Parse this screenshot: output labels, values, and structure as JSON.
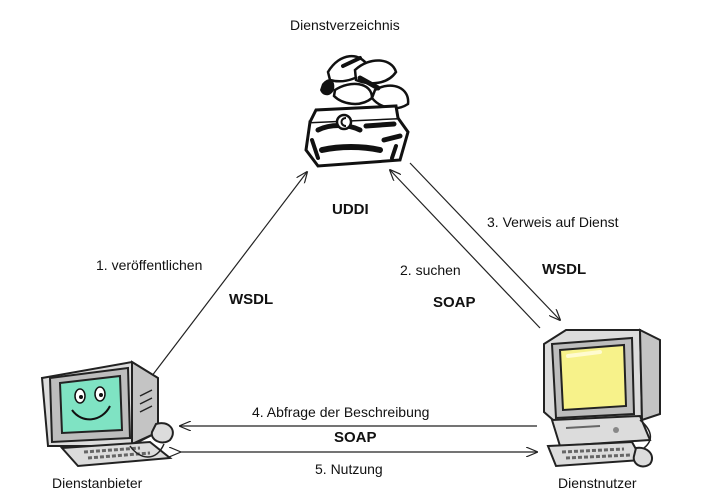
{
  "nodes": {
    "registry": {
      "title": "Dienstverzeichnis",
      "tech": "UDDI"
    },
    "provider": {
      "title": "Dienstanbieter"
    },
    "consumer": {
      "title": "Dienstnutzer"
    }
  },
  "edges": {
    "publish": {
      "label": "1. veröffentlichen",
      "protocol": "WSDL"
    },
    "search": {
      "label": "2. suchen",
      "protocol": "SOAP"
    },
    "reference": {
      "label": "3. Verweis auf Dienst",
      "protocol": "WSDL"
    },
    "describe": {
      "label": "4. Abfrage der Beschreibung",
      "protocol": "SOAP"
    },
    "use": {
      "label": "5. Nutzung"
    }
  },
  "icons": {
    "registry": "open-treasure-chest-icon",
    "provider": "smiling-computer-icon",
    "consumer": "computer-yellow-screen-icon"
  },
  "colors": {
    "provider_screen": "#7fe3c3",
    "consumer_screen": "#f7f28a",
    "computer_body": "#dcdcdc",
    "line": "#222222"
  }
}
